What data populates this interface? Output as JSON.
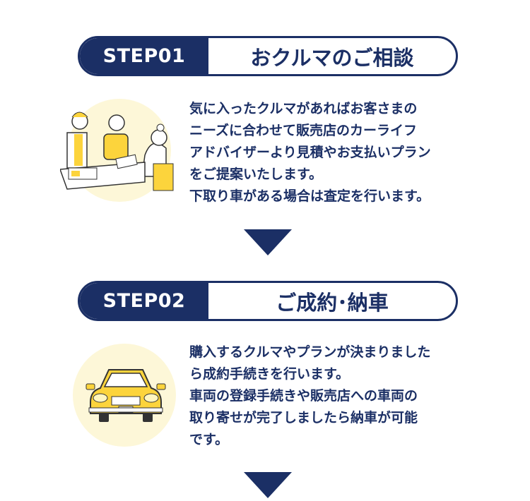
{
  "steps": [
    {
      "label": "STEP01",
      "title": "おクルマのご相談",
      "text": "気に入ったクルマがあればお客さまの\nニーズに合わせて販売店のカーライフ\nアドバイザーより見積やお支払いプラン\nをご提案いたします。\n下取り車がある場合は査定を行います。"
    },
    {
      "label": "STEP02",
      "title": "ご成約･納車",
      "text": "購入するクルマやプランが決まりました\nら成約手続きを行います。\n車両の登録手続きや販売店への車両の\n取り寄せが完了しましたら納車が可能\nです。"
    }
  ],
  "colors": {
    "navy": "#1b2f65",
    "yellow": "#fcd43c",
    "circle": "#fdf7d8"
  }
}
